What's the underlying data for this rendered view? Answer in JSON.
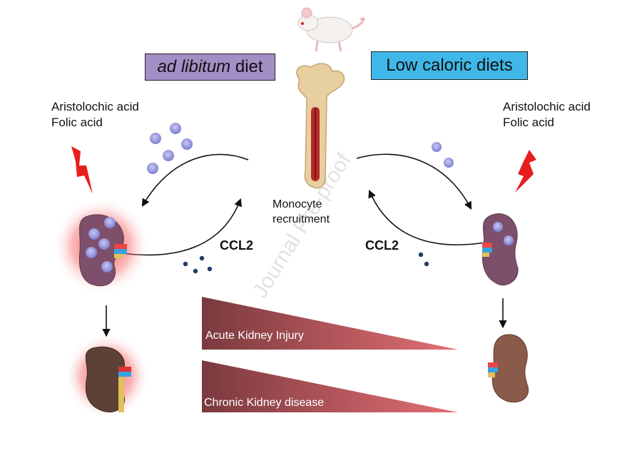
{
  "diet_labels": {
    "ad_libitum_italic": "ad libitum",
    "ad_libitum_rest": " diet",
    "low_caloric": "Low caloric diets"
  },
  "toxins_left": [
    "Aristolochic acid",
    "Folic acid"
  ],
  "toxins_right": [
    "Aristolochic acid",
    "Folic acid"
  ],
  "center_label": [
    "Monocyte",
    "recruitment"
  ],
  "chemokine": "CCL2",
  "gradients": {
    "aki": "Acute Kidney Injury",
    "ckd": "Chronic Kidney disease"
  },
  "watermark": "Journal Pre-proof",
  "colors": {
    "ad_libitum_box": "#a48ec6",
    "low_caloric_box": "#3fb7e8",
    "gradient_dark": "#7a3a3e",
    "gradient_light": "#e36f75",
    "lightning": "#e81e1e",
    "kidney_fill": "#7d4f6a",
    "monocyte": "#8f8fdc",
    "ccl2_dot": "#1f3d66"
  },
  "icons": [
    "mouse-icon",
    "bone-icon",
    "lightning-icon",
    "kidney-icon",
    "monocyte-icon"
  ]
}
